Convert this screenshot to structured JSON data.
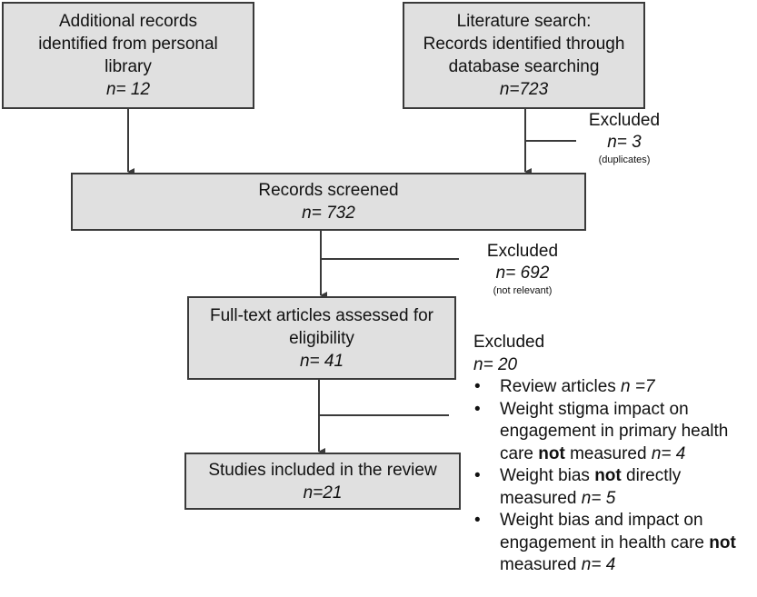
{
  "diagram": {
    "type": "PRISMA flow diagram",
    "boxes": {
      "personal_library": {
        "lines": [
          "Additional records",
          "identified from personal",
          "library"
        ],
        "n": "n= 12"
      },
      "literature_search": {
        "lines": [
          "Literature search:",
          "Records identified through",
          "database searching"
        ],
        "n": "n=723"
      },
      "records_screened": {
        "lines": [
          "Records screened"
        ],
        "n": "n= 732"
      },
      "full_text": {
        "lines": [
          "Full-text articles assessed for",
          "eligibility"
        ],
        "n": "n= 41"
      },
      "included": {
        "lines": [
          "Studies included in the review"
        ],
        "n": "n=21"
      }
    },
    "exclusions": {
      "duplicates": {
        "label": "Excluded",
        "n": "n= 3",
        "note": "(duplicates)"
      },
      "not_relevant": {
        "label": "Excluded",
        "n": "n= 692",
        "note": "(not relevant)"
      },
      "full_text": {
        "label": "Excluded",
        "n": "n= 20",
        "reasons": [
          {
            "pre": "Review articles ",
            "bold": "",
            "post": "",
            "n": "n =7"
          },
          {
            "pre": "Weight stigma impact on engagement in primary health care ",
            "bold": "not",
            "post": " measured ",
            "n": "n= 4"
          },
          {
            "pre": "Weight bias ",
            "bold": "not",
            "post": " directly measured ",
            "n": "n= 5"
          },
          {
            "pre": "Weight bias and impact on engagement in health care ",
            "bold": "not",
            "post": " measured ",
            "n": "n= 4"
          }
        ]
      }
    },
    "colors": {
      "box_fill": "#e0e0e0",
      "box_border": "#3a3a3a",
      "line": "#3a3a3a",
      "text": "#111111"
    }
  }
}
